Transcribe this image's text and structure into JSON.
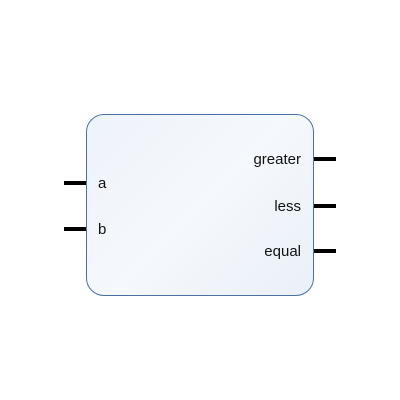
{
  "block": {
    "inputs": [
      {
        "id": "a",
        "label": "a"
      },
      {
        "id": "b",
        "label": "b"
      }
    ],
    "outputs": [
      {
        "id": "greater",
        "label": "greater"
      },
      {
        "id": "less",
        "label": "less"
      },
      {
        "id": "equal",
        "label": "equal"
      }
    ]
  },
  "colors": {
    "block_border": "#4a70a8",
    "block_fill": "#eef3fa",
    "pin": "#000000"
  }
}
